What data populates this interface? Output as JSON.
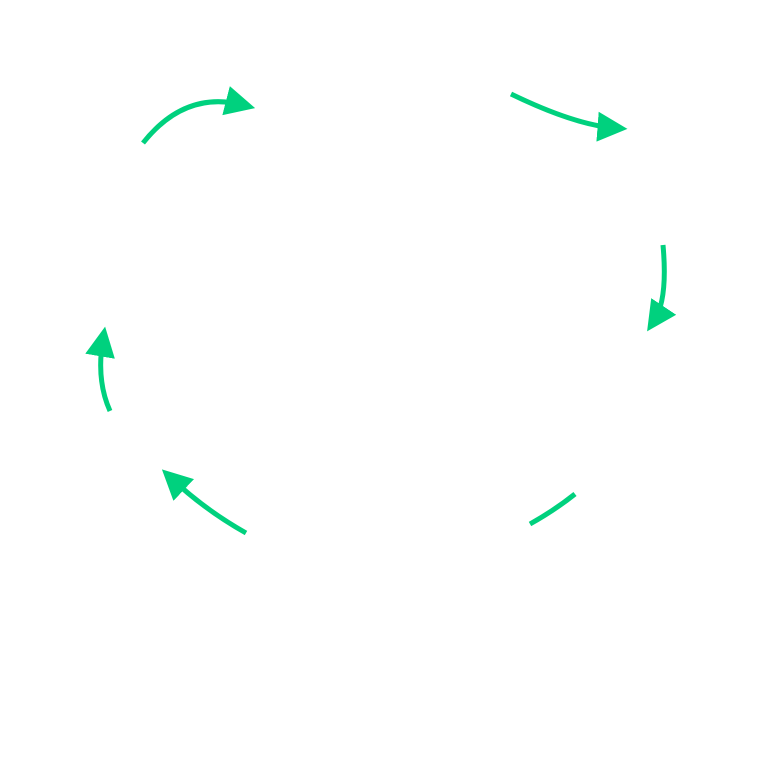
{
  "diagram": {
    "type": "cycle",
    "segment_count": 6,
    "accent_color": "#00d17e",
    "background_color": "#ffffff",
    "flow_direction": "clockwise",
    "segments": [
      {
        "name": "top-left-arc",
        "has_arrowhead": true
      },
      {
        "name": "top-right-arc",
        "has_arrowhead": true
      },
      {
        "name": "right-arc",
        "has_arrowhead": true
      },
      {
        "name": "bottom-right-arc",
        "has_arrowhead": false
      },
      {
        "name": "bottom-left-arc",
        "has_arrowhead": true
      },
      {
        "name": "left-arc",
        "has_arrowhead": true
      }
    ]
  }
}
